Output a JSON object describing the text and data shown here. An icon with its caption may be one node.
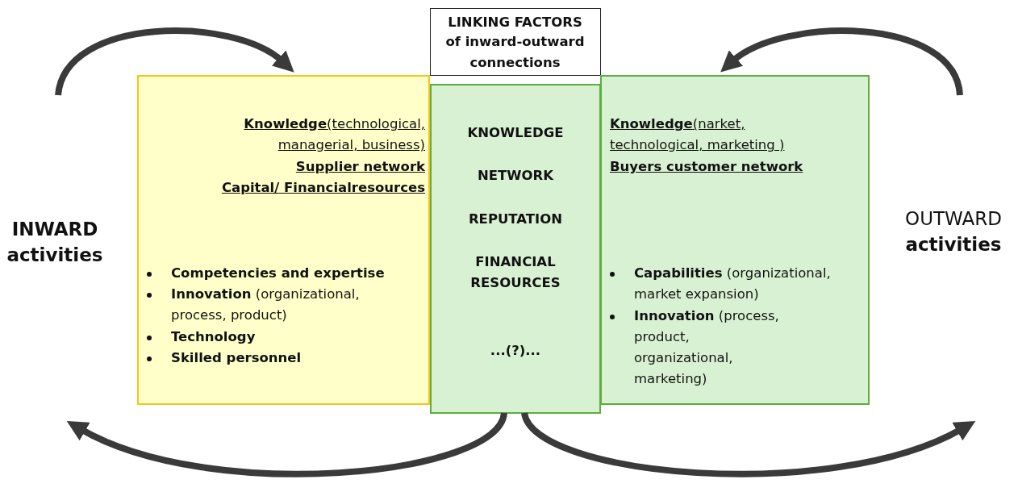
{
  "diagram": {
    "nodes": [
      {
        "text": [
          "**Knowledge**(technological, managerial, business)",
          "Supplier network",
          "Capital/ Financialresources",
          "Competencies and expertise",
          "**Innovation** (organizational, process, product)",
          "Technology",
          "Skilled personnel"
        ]
      },
      {
        "text": [
          "LINKING FACTORS",
          "of inward-outward connections"
        ]
      },
      {
        "text": [
          "KNOWLEDGE",
          "NETWORK",
          "REPUTATION",
          "FINANCIAL RESOURCES",
          "...(?)..."
        ]
      },
      {
        "text": [
          "**Knowledge**(narket, technological, marketing )",
          "Buyers customer network",
          "**Capabilities** (organizational, market expansion)",
          "**Innovation** (process, product, organizational, marketing)"
        ]
      },
      {
        "text": [
          "INWARD activities"
        ]
      },
      {
        "text": [
          "OUTWARD **activities**"
        ]
      }
    ],
    "edges": [
      {
        "from": null,
        "to": 0,
        "arrow": "to"
      },
      {
        "from": null,
        "to": 3,
        "arrow": "to"
      },
      {
        "from": 2,
        "to": null,
        "arrow": "to"
      },
      {
        "from": 2,
        "to": null,
        "arrow": "to"
      }
    ]
  }
}
